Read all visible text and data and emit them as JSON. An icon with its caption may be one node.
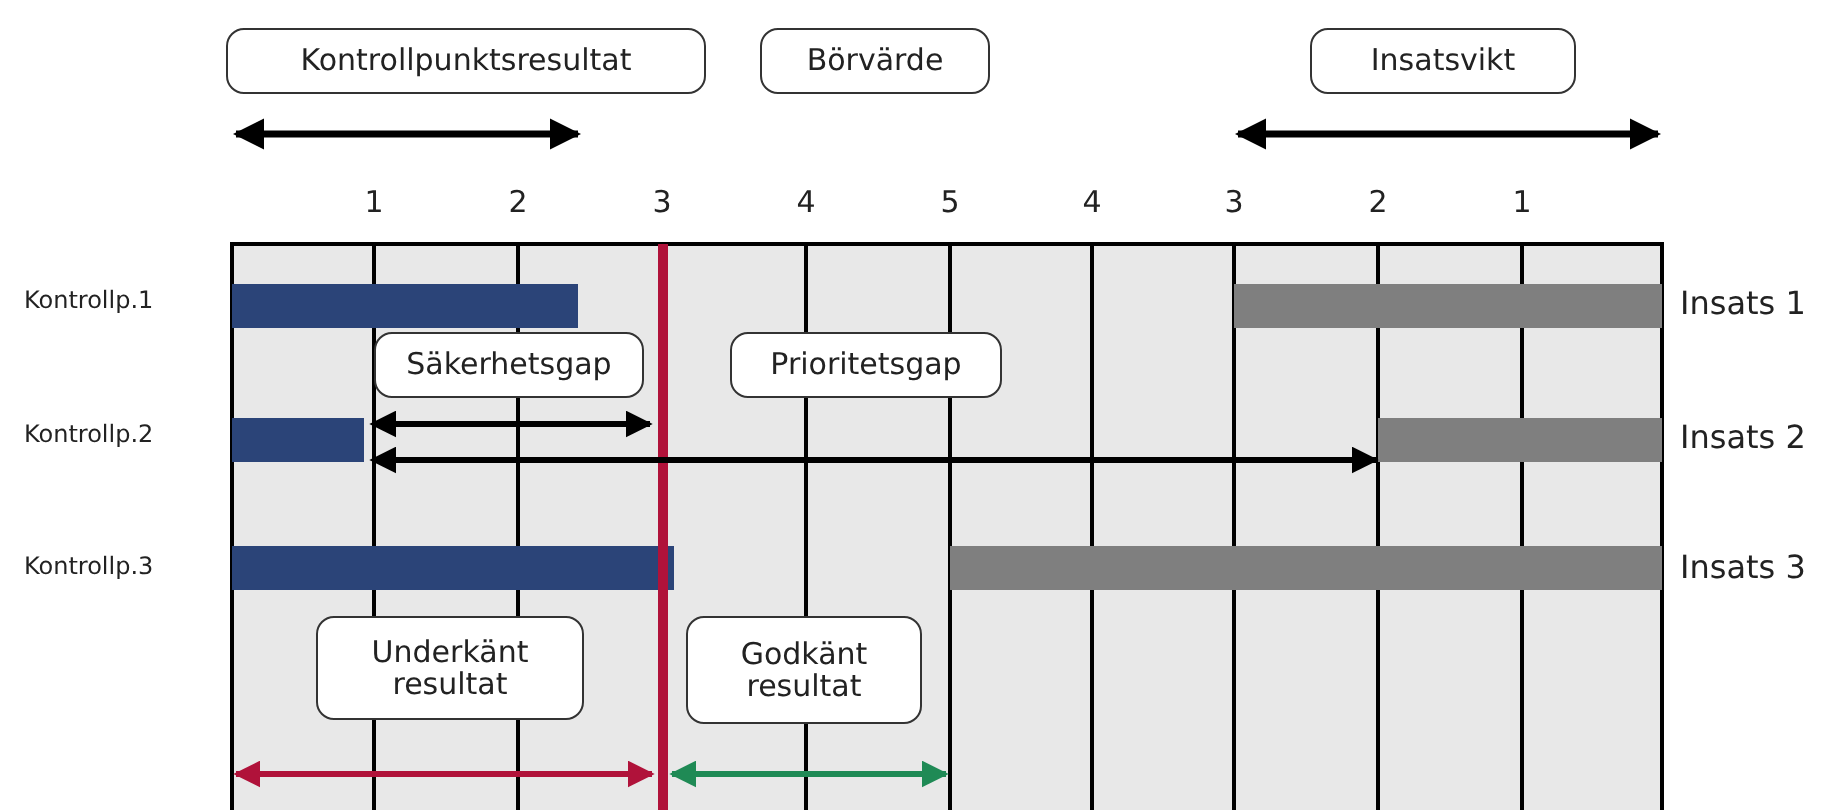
{
  "diagram": {
    "nodes": [
      {
        "text": [
          "Kontrollpunktsresultat"
        ]
      },
      {
        "text": [
          "Börvärde"
        ]
      },
      {
        "text": [
          "Insatsvikt"
        ]
      },
      {
        "text": [
          "Säkerhetsgap"
        ]
      },
      {
        "text": [
          "Prioritetsgap"
        ]
      },
      {
        "text": [
          "Underkänt resultat"
        ]
      },
      {
        "text": [
          "Godkänt resultat"
        ]
      }
    ],
    "labels": [
      "1",
      "2",
      "3",
      "4",
      "5",
      "4",
      "3",
      "2",
      "1",
      "Kontrollp.1",
      "Insats 1",
      "Kontrollp.2",
      "Insats 2",
      "Kontrollp.3",
      "Insats 3"
    ]
  }
}
